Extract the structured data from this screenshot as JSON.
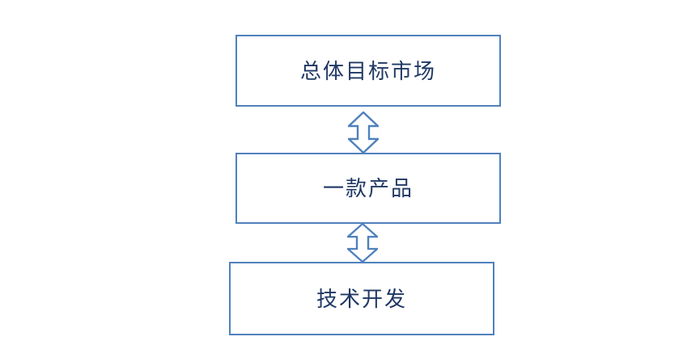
{
  "diagram": {
    "title": "market-product-technology relationship diagram",
    "boxes": [
      {
        "id": "overall-target-market",
        "label": "总体目标市场"
      },
      {
        "id": "one-product",
        "label": "一款产品"
      },
      {
        "id": "technology-development",
        "label": "技术开发"
      }
    ],
    "connectors": [
      {
        "type": "double-headed-vertical-arrow",
        "from": "overall-target-market",
        "to": "one-product"
      },
      {
        "type": "double-headed-vertical-arrow",
        "from": "one-product",
        "to": "technology-development"
      }
    ],
    "colors": {
      "border": "#4F81BD",
      "text": "#1F3864",
      "fill": "#FFFFFF"
    }
  }
}
